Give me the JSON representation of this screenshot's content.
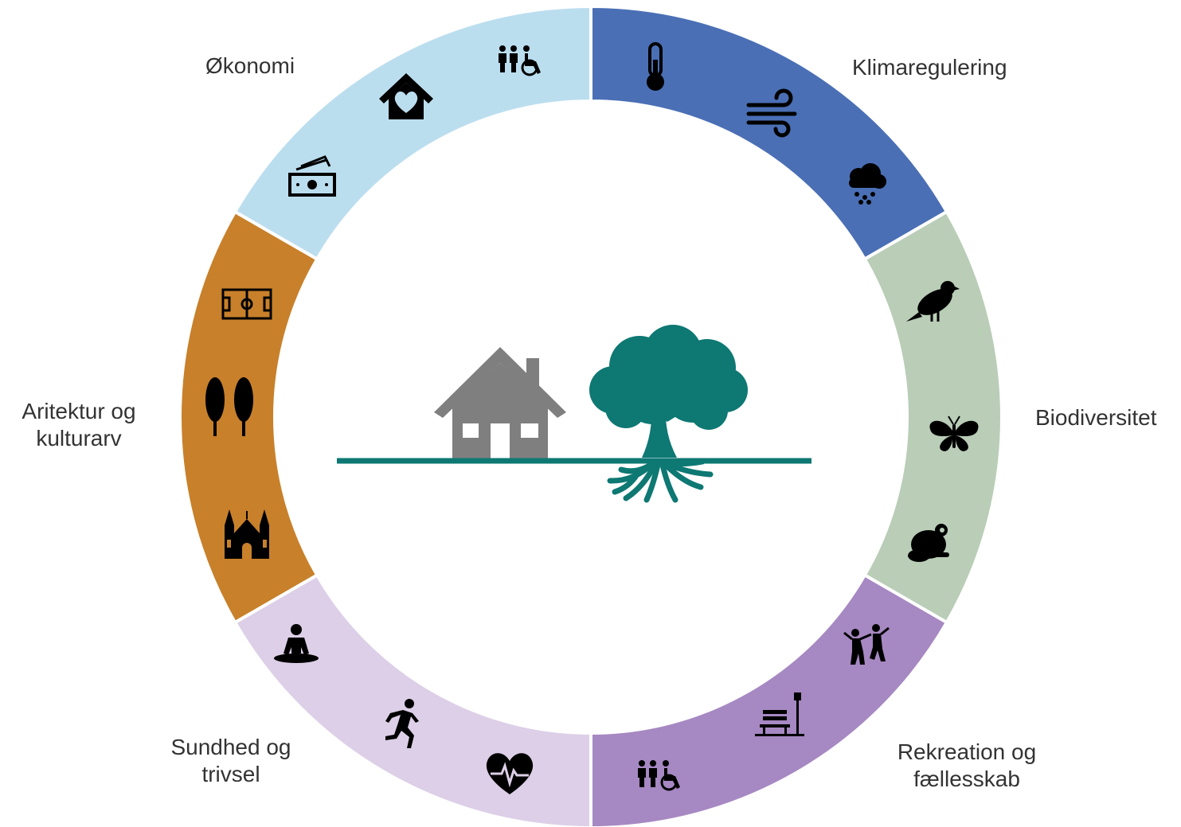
{
  "segments": [
    {
      "id": "klimaregulering",
      "label": "Klimaregulering",
      "color": "#4a6fb5",
      "icons": [
        "thermometer-icon",
        "wind-icon",
        "rain-cloud-icon"
      ]
    },
    {
      "id": "biodiversitet",
      "label": "Biodiversitet",
      "color": "#b9cdb7",
      "icons": [
        "bird-icon",
        "butterfly-icon",
        "frog-icon"
      ]
    },
    {
      "id": "rekreation",
      "label": "Rekreation og\nfællesskab",
      "color": "#a688c2",
      "icons": [
        "people-dancing-icon",
        "park-bench-icon",
        "people-accessibility-icon"
      ]
    },
    {
      "id": "sundhed",
      "label": "Sundhed og\ntrivsel",
      "color": "#dccfe7",
      "icons": [
        "heartbeat-icon",
        "runner-icon",
        "meditation-icon"
      ]
    },
    {
      "id": "arkitektur",
      "label": "Aritektur og\nkulturarv",
      "color": "#c8802a",
      "icons": [
        "cathedral-icon",
        "trees-icon",
        "football-field-icon"
      ]
    },
    {
      "id": "okonomi",
      "label": "Økonomi",
      "color": "#bbdeef",
      "icons": [
        "money-icon",
        "house-heart-icon",
        "people-accessibility-icon"
      ]
    }
  ],
  "center": {
    "house_icon": "house-icon",
    "tree_icon": "tree-roots-icon",
    "house_color": "#7f7f7f",
    "tree_color": "#0e7873"
  }
}
